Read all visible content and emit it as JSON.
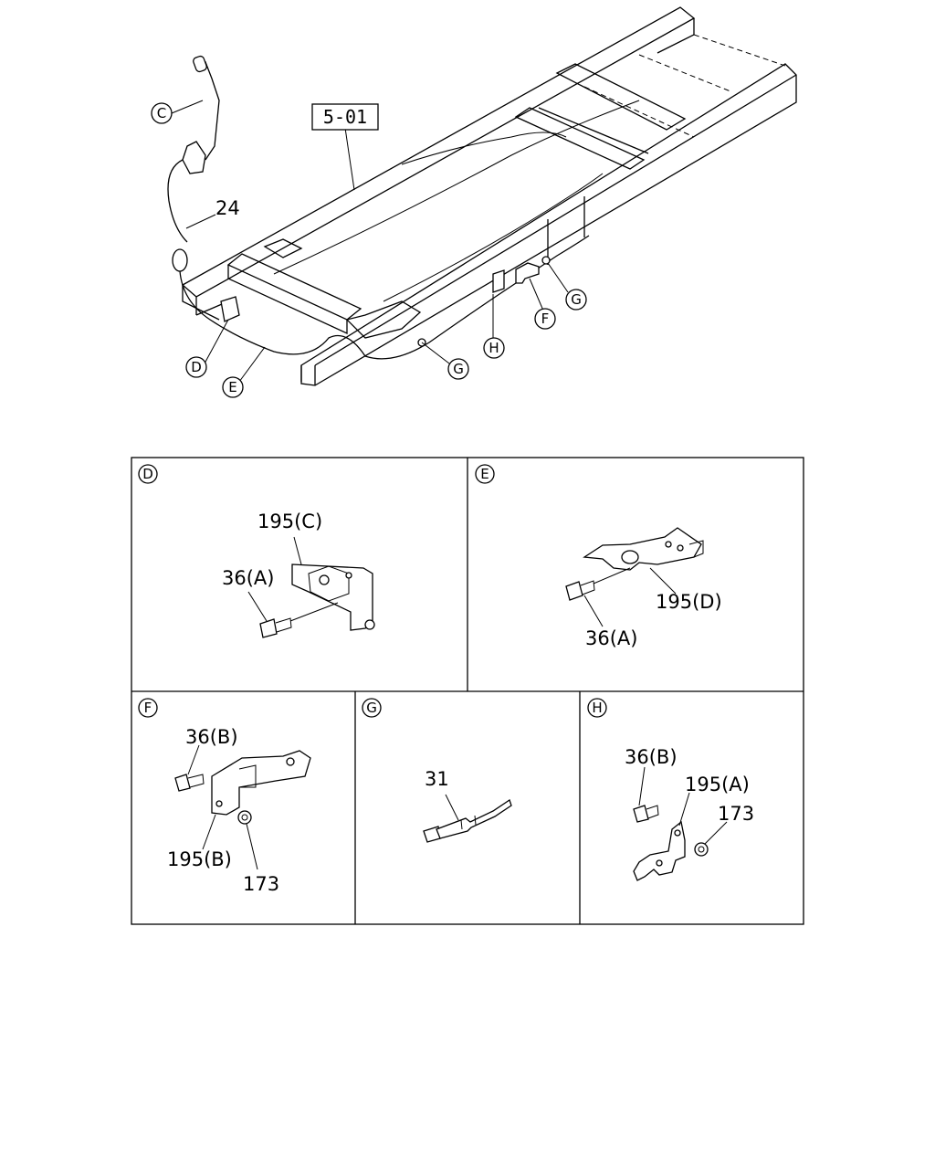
{
  "ref_box": "5-01",
  "overview": {
    "callouts": {
      "c": "C",
      "d": "D",
      "e": "E",
      "f": "F",
      "g1": "G",
      "g2": "G",
      "h": "H"
    },
    "part_24": "24"
  },
  "panels": {
    "d": {
      "letter": "D",
      "labels": {
        "bracket": "195(C)",
        "bolt": "36(A)"
      }
    },
    "e": {
      "letter": "E",
      "labels": {
        "bracket": "195(D)",
        "bolt": "36(A)"
      }
    },
    "f": {
      "letter": "F",
      "labels": {
        "bolt": "36(B)",
        "bracket": "195(B)",
        "nut": "173"
      }
    },
    "g": {
      "letter": "G",
      "labels": {
        "clip": "31"
      }
    },
    "h": {
      "letter": "H",
      "labels": {
        "bolt": "36(B)",
        "bracket": "195(A)",
        "nut": "173"
      }
    }
  }
}
